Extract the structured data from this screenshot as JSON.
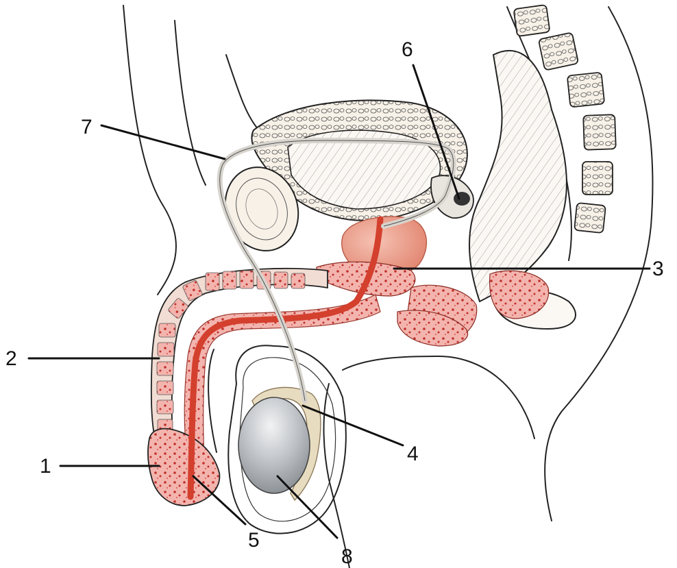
{
  "diagram": {
    "labels": [
      {
        "id": "1",
        "text": "1"
      },
      {
        "id": "2",
        "text": "2"
      },
      {
        "id": "3",
        "text": "3"
      },
      {
        "id": "4",
        "text": "4"
      },
      {
        "id": "5",
        "text": "5"
      },
      {
        "id": "6",
        "text": "6"
      },
      {
        "id": "7",
        "text": "7"
      },
      {
        "id": "8",
        "text": "8"
      }
    ],
    "colors": {
      "erectile_tissue": "#e88a8a",
      "erectile_dots": "#c0302a",
      "urethra": "#d4402e",
      "prostate": "#e89a86",
      "vas_deferens": "#d8d4ce",
      "testis": "#b9bdc2",
      "epididymis": "#e8dcc0",
      "outline": "#222222"
    }
  }
}
